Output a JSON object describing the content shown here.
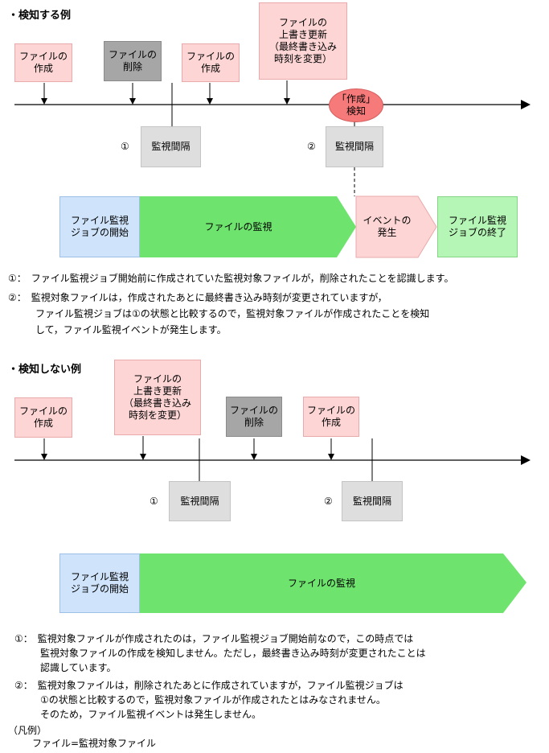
{
  "section1": {
    "heading": "・検知する例",
    "boxes": {
      "create1": "ファイルの\n作成",
      "delete1": "ファイルの\n削除",
      "create2": "ファイルの\n作成",
      "overwrite": "ファイルの\n上書き更新\n（最終書き込み\n時刻を変更）"
    },
    "detect_bubble": "「作成」\n検知",
    "interval_label": "監視間隔",
    "num1": "①",
    "num2": "②",
    "flow": {
      "start": "ファイル監視\nジョブの開始",
      "monitor": "ファイルの監視",
      "event": "イベントの\n発生",
      "end": "ファイル監視\nジョブの終了"
    },
    "notes": [
      "①：　ファイル監視ジョブ開始前に作成されていた監視対象ファイルが，削除されたことを認識します。",
      "②：　監視対象ファイルは，作成されたあとに最終書き込み時刻が変更されていますが，",
      "ファイル監視ジョブは①の状態と比較するので，監視対象ファイルが作成されたことを検知",
      "して，ファイル監視イベントが発生します。"
    ]
  },
  "section2": {
    "heading": "・検知しない例",
    "boxes": {
      "create1": "ファイルの\n作成",
      "overwrite": "ファイルの\n上書き更新\n（最終書き込み\n時刻を変更）",
      "delete1": "ファイルの\n削除",
      "create2": "ファイルの\n作成"
    },
    "interval_label": "監視間隔",
    "num1": "①",
    "num2": "②",
    "flow": {
      "start": "ファイル監視\nジョブの開始",
      "monitor": "ファイルの監視"
    },
    "notes": [
      "①：　監視対象ファイルが作成されたのは，ファイル監視ジョブ開始前なので，この時点では",
      "監視対象ファイルの作成を検知しません。ただし，最終書き込み時刻が変更されたことは",
      "認識しています。",
      "②：　監視対象ファイルは，削除されたあとに作成されていますが，ファイル監視ジョブは",
      "①の状態と比較するので，監視対象ファイルが作成されたとはみなされません。",
      "そのため，ファイル監視イベントは発生しません。"
    ]
  },
  "legend": {
    "title": "（凡例）",
    "text": "ファイル=監視対象ファイル"
  }
}
